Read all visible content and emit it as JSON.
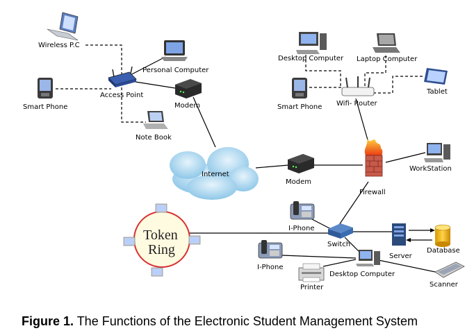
{
  "labels": {
    "wireless_pc": "Wireless P.C",
    "personal_computer": "Personal Computer",
    "smart_phone_left": "Smart Phone",
    "access_point": "Access Point",
    "modem_top": "Modem",
    "note_book": "Note Book",
    "desktop_computer_top": "Desktop Computer",
    "laptop_computer": "Laptop Computer",
    "tablet": "Tablet",
    "smart_phone_right": "Smart Phone",
    "wifi_router": "Wifi- Router",
    "internet": "Internet",
    "modem_mid": "Modem",
    "firewall": "Firewall",
    "workstation": "WorkStation",
    "token_ring_line1": "Token",
    "token_ring_line2": "Ring",
    "iphone_top": "I-Phone",
    "switch": "Switch",
    "server": "Server",
    "database": "Database",
    "iphone_bottom": "I-Phone",
    "desktop_computer_bottom": "Desktop Computer",
    "printer": "Printer",
    "scanner": "Scanner"
  },
  "caption": {
    "prefix": "Figure 1.",
    "text": " The Functions of the Electronic Student Management System"
  },
  "colors": {
    "cloud": "#a9d6ee",
    "ring_fill": "#fffbe0",
    "ring_stroke": "#d93030",
    "device_dark": "#2a2a2a",
    "screen_blue": "#4f7fd0",
    "firewall_flame": "#f06020"
  }
}
